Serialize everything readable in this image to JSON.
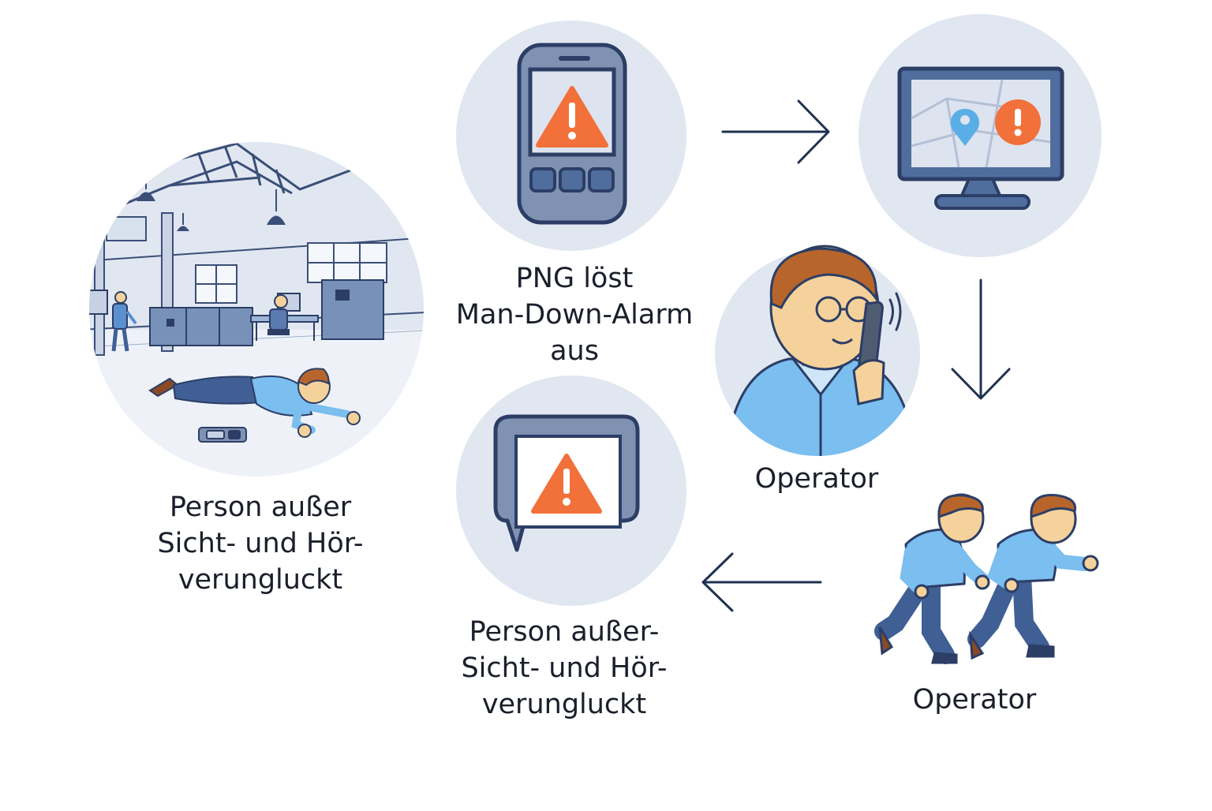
{
  "labels": {
    "person_fallen": "Person außer\nSicht- und Hör-\nverungluckt",
    "png_alarm": "PNG löst\nMan-Down-Alarm\naus",
    "operator_call": "Operator",
    "person_message": "Person außer-\nSicht- und Hör-\nverungluckt",
    "operator_run": "Operator"
  },
  "icons": {
    "warehouse": "fallen-worker-warehouse-icon",
    "device": "png-alarm-device-icon",
    "monitor": "control-room-monitor-icon",
    "operator_phone": "operator-phone-icon",
    "operators_running": "operators-running-icon",
    "message": "alarm-message-icon"
  },
  "colors": {
    "circle_bg": "#e1e7f1",
    "navy": "#2c3e66",
    "device_body": "#7f92b2",
    "warning_orange": "#f2703a",
    "pin_blue": "#5aaee6",
    "shirt_blue": "#7bbef0",
    "pants_blue": "#3f5f95",
    "skin": "#f5d29b",
    "hair": "#b8652c",
    "arrow": "#1f3150"
  }
}
